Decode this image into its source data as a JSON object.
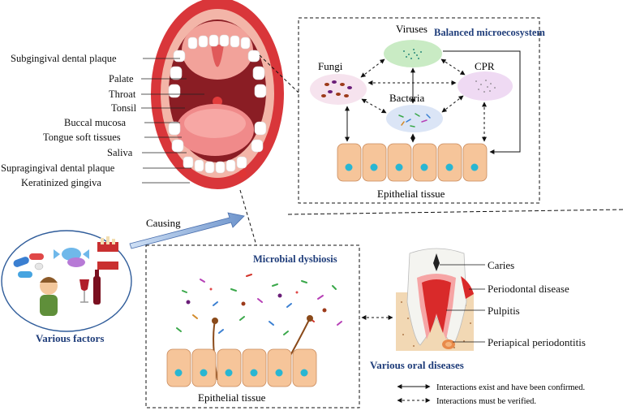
{
  "anatomy_labels": [
    "Subgingival dental plaque",
    "Palate",
    "Throat",
    "Tonsil",
    "Buccal mucosa",
    "Tongue soft tissues",
    "Saliva",
    "Supragingival dental plaque",
    "Keratinized gingiva"
  ],
  "balanced": {
    "title": "Balanced microecosystem",
    "viruses": "Viruses",
    "fungi": "Fungi",
    "cpr": "CPR",
    "bacteria": "Bacteria",
    "epithelial": "Epithelial tissue"
  },
  "causing": "Causing",
  "factors": {
    "label": "Various factors"
  },
  "dysbiosis": {
    "title": "Microbial dysbiosis",
    "epithelial": "Epithelial tissue"
  },
  "diseases": {
    "title": "Various oral diseases",
    "items": [
      "Caries",
      "Periodontal disease",
      "Pulpitis",
      "Periapical periodontitis"
    ]
  },
  "legend": {
    "confirmed": "Interactions exist and have been confirmed.",
    "verify": "Interactions must be verified."
  },
  "colors": {
    "virus_fill": "#c9ebc4",
    "fungi_fill": "#f6e3ee",
    "cpr_fill": "#efdaf3",
    "bacteria_fill": "#dbe5f6",
    "cell_fill": "#f6c59a",
    "nucleus": "#29b6d2",
    "title_blue": "#1f3d7a"
  }
}
